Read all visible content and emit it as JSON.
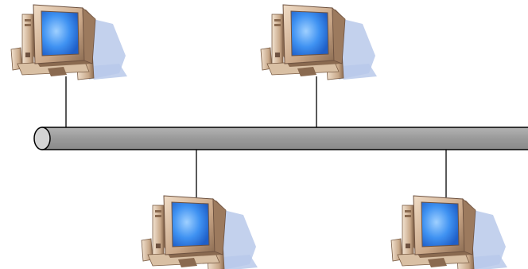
{
  "diagram": {
    "topology": "bus",
    "nodes": [
      {
        "icon": "desktop-computer-icon",
        "side": "top"
      },
      {
        "icon": "desktop-computer-icon",
        "side": "top"
      },
      {
        "icon": "desktop-computer-icon",
        "side": "bottom"
      },
      {
        "icon": "desktop-computer-icon",
        "side": "bottom"
      }
    ],
    "colors": {
      "bus_cable": "#999999",
      "bus_cable_outline": "#000000",
      "drop_line": "#000000",
      "monitor_case": "#c8a889",
      "monitor_case_dark": "#8a6a50",
      "screen": "#3a8cf0",
      "screen_glow": "#8ec4ff",
      "shadow": "#b9c9ea",
      "tower": "#d4b896",
      "tower_dark": "#7a5c44"
    }
  }
}
